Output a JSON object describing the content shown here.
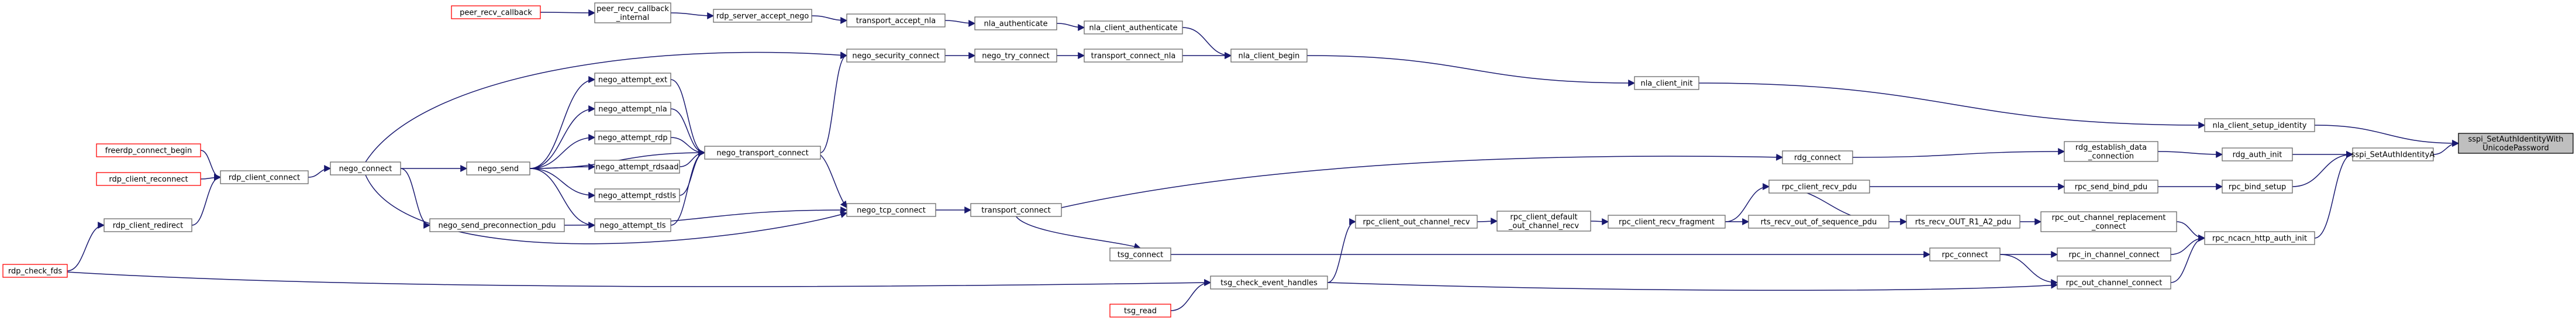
{
  "diagram": {
    "colors": {
      "edge": "#191970",
      "node_border": "#666666",
      "external_border": "#ff0000",
      "root_fill": "#bfbfbf",
      "background": "#ffffff"
    },
    "nodes": [
      {
        "id": "sspi",
        "lines": [
          "sspi_SetAuthIdentityWith",
          "UnicodePassword"
        ],
        "kind": "root"
      },
      {
        "id": "nla_client_setup_identity",
        "lines": [
          "nla_client_setup_identity"
        ]
      },
      {
        "id": "sspi_SetAuthIdentityA",
        "lines": [
          "sspi_SetAuthIdentityA"
        ]
      },
      {
        "id": "nla_client_init",
        "lines": [
          "nla_client_init"
        ]
      },
      {
        "id": "nla_client_begin",
        "lines": [
          "nla_client_begin"
        ]
      },
      {
        "id": "nla_client_authenticate",
        "lines": [
          "nla_client_authenticate"
        ]
      },
      {
        "id": "transport_connect_nla",
        "lines": [
          "transport_connect_nla"
        ]
      },
      {
        "id": "nla_authenticate",
        "lines": [
          "nla_authenticate"
        ]
      },
      {
        "id": "nego_try_connect",
        "lines": [
          "nego_try_connect"
        ]
      },
      {
        "id": "transport_accept_nla",
        "lines": [
          "transport_accept_nla"
        ]
      },
      {
        "id": "nego_security_connect",
        "lines": [
          "nego_security_connect"
        ]
      },
      {
        "id": "rdp_server_accept_nego",
        "lines": [
          "rdp_server_accept_nego"
        ]
      },
      {
        "id": "nego_transport_connect",
        "lines": [
          "nego_transport_connect"
        ]
      },
      {
        "id": "peer_recv_callback_internal",
        "lines": [
          "peer_recv_callback",
          "_internal"
        ]
      },
      {
        "id": "nego_attempt_ext",
        "lines": [
          "nego_attempt_ext"
        ]
      },
      {
        "id": "nego_attempt_nla",
        "lines": [
          "nego_attempt_nla"
        ]
      },
      {
        "id": "nego_attempt_rdp",
        "lines": [
          "nego_attempt_rdp"
        ]
      },
      {
        "id": "nego_attempt_rdsaad",
        "lines": [
          "nego_attempt_rdsaad"
        ]
      },
      {
        "id": "nego_attempt_rdstls",
        "lines": [
          "nego_attempt_rdstls"
        ]
      },
      {
        "id": "nego_attempt_tls",
        "lines": [
          "nego_attempt_tls"
        ]
      },
      {
        "id": "nego_send",
        "lines": [
          "nego_send"
        ]
      },
      {
        "id": "peer_recv_callback",
        "lines": [
          "peer_recv_callback"
        ],
        "kind": "external"
      },
      {
        "id": "nego_connect",
        "lines": [
          "nego_connect"
        ]
      },
      {
        "id": "nego_send_preconnection_pdu",
        "lines": [
          "nego_send_preconnection_pdu"
        ]
      },
      {
        "id": "rdp_client_connect",
        "lines": [
          "rdp_client_connect"
        ]
      },
      {
        "id": "freerdp_connect_begin",
        "lines": [
          "freerdp_connect_begin"
        ],
        "kind": "external"
      },
      {
        "id": "rdp_client_reconnect",
        "lines": [
          "rdp_client_reconnect"
        ],
        "kind": "external"
      },
      {
        "id": "rdp_client_redirect",
        "lines": [
          "rdp_client_redirect"
        ]
      },
      {
        "id": "rdp_check_fds",
        "lines": [
          "rdp_check_fds"
        ],
        "kind": "external"
      },
      {
        "id": "rpc_ncacn_http_auth_init",
        "lines": [
          "rpc_ncacn_http_auth_init"
        ]
      },
      {
        "id": "rdg_auth_init",
        "lines": [
          "rdg_auth_init"
        ]
      },
      {
        "id": "rpc_bind_setup",
        "lines": [
          "rpc_bind_setup"
        ]
      },
      {
        "id": "rdg_establish_data_connection",
        "lines": [
          "rdg_establish_data",
          "_connection"
        ]
      },
      {
        "id": "rpc_send_bind_pdu",
        "lines": [
          "rpc_send_bind_pdu"
        ]
      },
      {
        "id": "rdg_connect",
        "lines": [
          "rdg_connect"
        ]
      },
      {
        "id": "rpc_client_recv_pdu",
        "lines": [
          "rpc_client_recv_pdu"
        ]
      },
      {
        "id": "rpc_out_channel_replacement_connect",
        "lines": [
          "rpc_out_channel_replacement",
          "_connect"
        ]
      },
      {
        "id": "rts_recv_OUT_R1_A2_pdu",
        "lines": [
          "rts_recv_OUT_R1_A2_pdu"
        ]
      },
      {
        "id": "rts_recv_out_of_sequence_pdu",
        "lines": [
          "rts_recv_out_of_sequence_pdu"
        ]
      },
      {
        "id": "rpc_client_recv_fragment",
        "lines": [
          "rpc_client_recv_fragment"
        ]
      },
      {
        "id": "rpc_client_default_out_channel_recv",
        "lines": [
          "rpc_client_default",
          "_out_channel_recv"
        ]
      },
      {
        "id": "rpc_client_out_channel_recv",
        "lines": [
          "rpc_client_out_channel_recv"
        ]
      },
      {
        "id": "rpc_in_channel_connect",
        "lines": [
          "rpc_in_channel_connect"
        ]
      },
      {
        "id": "rpc_out_channel_connect",
        "lines": [
          "rpc_out_channel_connect"
        ]
      },
      {
        "id": "rpc_connect",
        "lines": [
          "rpc_connect"
        ]
      },
      {
        "id": "tsg_connect",
        "lines": [
          "tsg_connect"
        ]
      },
      {
        "id": "tsg_check_event_handles",
        "lines": [
          "tsg_check_event_handles"
        ]
      },
      {
        "id": "tsg_read",
        "lines": [
          "tsg_read"
        ],
        "kind": "external"
      },
      {
        "id": "transport_connect",
        "lines": [
          "transport_connect"
        ]
      },
      {
        "id": "nego_tcp_connect",
        "lines": [
          "nego_tcp_connect"
        ]
      }
    ],
    "edges": [
      [
        "nla_client_setup_identity",
        "sspi"
      ],
      [
        "sspi_SetAuthIdentityA",
        "sspi"
      ],
      [
        "nla_client_init",
        "nla_client_setup_identity"
      ],
      [
        "nla_client_begin",
        "nla_client_init"
      ],
      [
        "nla_client_authenticate",
        "nla_client_begin"
      ],
      [
        "transport_connect_nla",
        "nla_client_begin"
      ],
      [
        "nla_authenticate",
        "nla_client_authenticate"
      ],
      [
        "nego_try_connect",
        "transport_connect_nla"
      ],
      [
        "transport_accept_nla",
        "nla_authenticate"
      ],
      [
        "nego_security_connect",
        "nego_try_connect"
      ],
      [
        "rdp_server_accept_nego",
        "transport_accept_nla"
      ],
      [
        "nego_transport_connect",
        "nego_security_connect"
      ],
      [
        "nego_connect",
        "nego_security_connect"
      ],
      [
        "peer_recv_callback_internal",
        "rdp_server_accept_nego"
      ],
      [
        "nego_attempt_ext",
        "nego_transport_connect"
      ],
      [
        "nego_attempt_nla",
        "nego_transport_connect"
      ],
      [
        "nego_attempt_rdp",
        "nego_transport_connect"
      ],
      [
        "nego_attempt_rdsaad",
        "nego_transport_connect"
      ],
      [
        "nego_attempt_rdstls",
        "nego_transport_connect"
      ],
      [
        "nego_attempt_tls",
        "nego_transport_connect"
      ],
      [
        "nego_send",
        "nego_transport_connect"
      ],
      [
        "peer_recv_callback",
        "peer_recv_callback_internal"
      ],
      [
        "nego_send",
        "nego_attempt_ext"
      ],
      [
        "nego_send",
        "nego_attempt_nla"
      ],
      [
        "nego_send",
        "nego_attempt_rdp"
      ],
      [
        "nego_send",
        "nego_attempt_rdsaad"
      ],
      [
        "nego_send",
        "nego_attempt_rdstls"
      ],
      [
        "nego_send",
        "nego_attempt_tls"
      ],
      [
        "nego_connect",
        "nego_send"
      ],
      [
        "nego_connect",
        "nego_send_preconnection_pdu"
      ],
      [
        "rdp_client_connect",
        "nego_connect"
      ],
      [
        "freerdp_connect_begin",
        "rdp_client_connect"
      ],
      [
        "rdp_client_reconnect",
        "rdp_client_connect"
      ],
      [
        "rdp_client_redirect",
        "rdp_client_connect"
      ],
      [
        "rdp_check_fds",
        "rdp_client_redirect"
      ],
      [
        "rpc_ncacn_http_auth_init",
        "sspi_SetAuthIdentityA"
      ],
      [
        "rdg_auth_init",
        "sspi_SetAuthIdentityA"
      ],
      [
        "rpc_bind_setup",
        "sspi_SetAuthIdentityA"
      ],
      [
        "rdg_establish_data_connection",
        "rdg_auth_init"
      ],
      [
        "rpc_send_bind_pdu",
        "rpc_bind_setup"
      ],
      [
        "rdg_connect",
        "rdg_establish_data_connection"
      ],
      [
        "rpc_client_recv_pdu",
        "rpc_send_bind_pdu"
      ],
      [
        "transport_connect",
        "rdg_connect"
      ],
      [
        "rts_recv_out_of_sequence_pdu",
        "rpc_client_recv_pdu"
      ],
      [
        "rpc_client_recv_fragment",
        "rpc_client_recv_pdu"
      ],
      [
        "rpc_out_channel_replacement_connect",
        "rpc_ncacn_http_auth_init"
      ],
      [
        "rts_recv_OUT_R1_A2_pdu",
        "rpc_out_channel_replacement_connect"
      ],
      [
        "rts_recv_out_of_sequence_pdu",
        "rts_recv_OUT_R1_A2_pdu"
      ],
      [
        "rpc_client_recv_fragment",
        "rts_recv_out_of_sequence_pdu"
      ],
      [
        "rpc_client_default_out_channel_recv",
        "rpc_client_recv_fragment"
      ],
      [
        "rpc_client_out_channel_recv",
        "rpc_client_default_out_channel_recv"
      ],
      [
        "tsg_check_event_handles",
        "rpc_client_out_channel_recv"
      ],
      [
        "rpc_in_channel_connect",
        "rpc_ncacn_http_auth_init"
      ],
      [
        "rpc_out_channel_connect",
        "rpc_ncacn_http_auth_init"
      ],
      [
        "rpc_connect",
        "rpc_in_channel_connect"
      ],
      [
        "rpc_connect",
        "rpc_out_channel_connect"
      ],
      [
        "tsg_connect",
        "rpc_connect"
      ],
      [
        "tsg_check_event_handles",
        "rpc_out_channel_connect"
      ],
      [
        "transport_connect",
        "tsg_connect"
      ],
      [
        "tsg_read",
        "tsg_check_event_handles"
      ],
      [
        "rdp_check_fds",
        "tsg_check_event_handles"
      ],
      [
        "nego_tcp_connect",
        "transport_connect"
      ],
      [
        "nego_transport_connect",
        "nego_tcp_connect"
      ],
      [
        "nego_send_preconnection_pdu",
        "nego_tcp_connect"
      ],
      [
        "nego_connect",
        "nego_tcp_connect"
      ]
    ]
  }
}
